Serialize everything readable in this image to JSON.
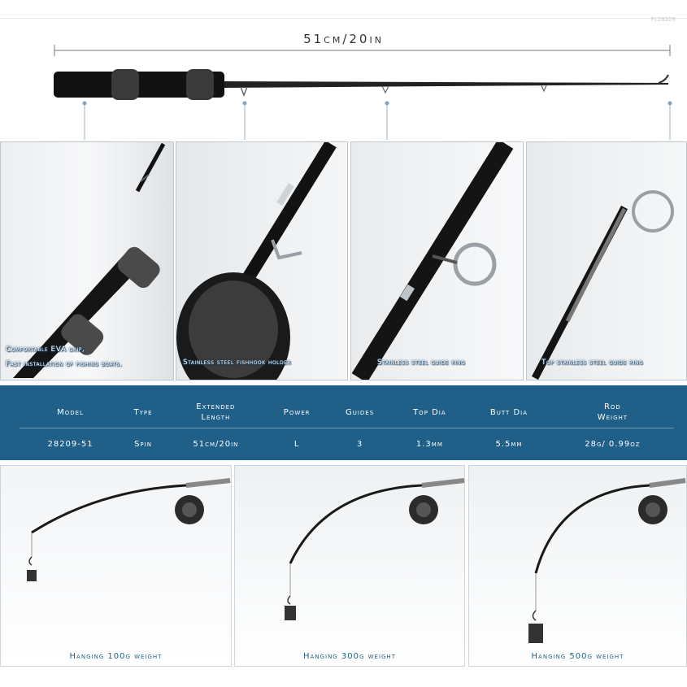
{
  "header": {
    "corner_text": "FL28209",
    "length_label": "51cm/20in"
  },
  "panels": [
    {
      "caption_line1": "Comfortable EVA grip,",
      "caption_line2": "Fast installation of fishing boats."
    },
    {
      "caption": "Stainless steel fishhook holder"
    },
    {
      "caption": "Stainless steel guide ring"
    },
    {
      "caption": "Top stainless steel guide ring"
    }
  ],
  "specs": {
    "headers": [
      {
        "line1": "Model",
        "line2": ""
      },
      {
        "line1": "Type",
        "line2": ""
      },
      {
        "line1": "Extended",
        "line2": "Length"
      },
      {
        "line1": "Power",
        "line2": ""
      },
      {
        "line1": "Guides",
        "line2": ""
      },
      {
        "line1": "Top Dia",
        "line2": ""
      },
      {
        "line1": "Butt Dia",
        "line2": ""
      },
      {
        "line1": "Rod",
        "line2": "Weight"
      }
    ],
    "values": [
      "28209-51",
      "Spin",
      "51cm/20in",
      "L",
      "3",
      "1.3mm",
      "5.5mm",
      "28g/ 0.99oz"
    ]
  },
  "weights": [
    {
      "caption": "Hanging 100g weight"
    },
    {
      "caption": "Hanging 300g weight"
    },
    {
      "caption": "Hanging 500g weight"
    }
  ],
  "colors": {
    "spec_band": "#1f5f88",
    "caption_blue": "#1f5f88",
    "rod_black": "#151515"
  }
}
